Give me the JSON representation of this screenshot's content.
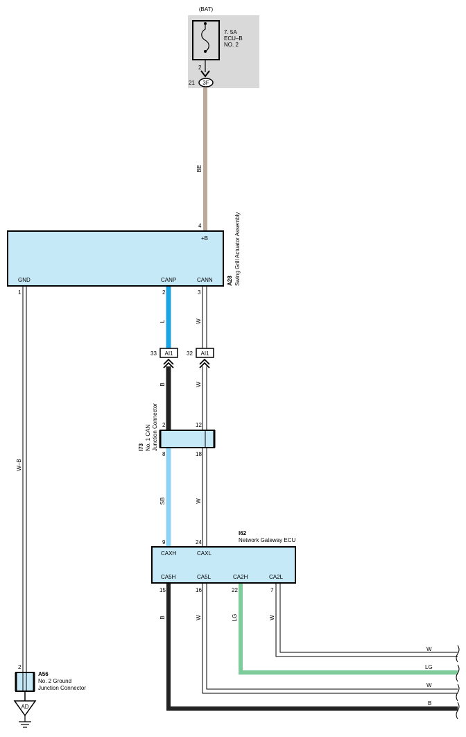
{
  "fuse": {
    "bat": "(BAT)",
    "rating": "7. 5A",
    "name": "ECU–B",
    "number": "NO. 2",
    "pin_out": "2",
    "conn_pin": "21",
    "conn_id": "3F"
  },
  "wires": {
    "be": "BE",
    "l": "L",
    "w1": "W",
    "b1": "B",
    "w2": "W",
    "sb": "SB",
    "w3": "W",
    "wb": "W–B",
    "b2": "B",
    "w4": "W",
    "lg": "LG",
    "w5": "W"
  },
  "a28": {
    "code": "A28",
    "name": "Swing Grill Actuator Assembly",
    "pin_plusb": "+B",
    "pin_plusb_no": "4",
    "gnd": "GND",
    "gnd_no": "1",
    "canp": "CANP",
    "canp_no": "2",
    "cann": "CANN",
    "cann_no": "3"
  },
  "ai1": {
    "label": "AI1",
    "pin_a": "33",
    "pin_b": "32"
  },
  "i73": {
    "code": "I73",
    "name1": "No. 1 CAN",
    "name2": "Junction Connector",
    "p_tl": "2",
    "p_tr": "12",
    "p_bl": "8",
    "p_br": "18"
  },
  "i62": {
    "code": "I62",
    "name": "Network Gateway ECU",
    "pin_caxh": "CAXH",
    "pin_caxh_no": "9",
    "pin_caxl": "CAXL",
    "pin_caxl_no": "24",
    "ca5h": "CA5H",
    "ca5h_no": "15",
    "ca5l": "CA5L",
    "ca5l_no": "16",
    "ca2h": "CA2H",
    "ca2h_no": "22",
    "ca2l": "CA2L",
    "ca2l_no": "7"
  },
  "a56": {
    "code": "A56",
    "name1": "No.  2 Ground",
    "name2": "Junction Connector",
    "pin": "2",
    "ground": "AD"
  },
  "right_labels": {
    "r1": "W",
    "r2": "LG",
    "r3": "W",
    "r4": "B"
  },
  "colors": {
    "be": "#bca999",
    "l": "#1ca3e4",
    "sb": "#8fd3f5",
    "lg": "#7ecb9c",
    "box": "#c6e9f8",
    "fuse_bg": "#d9d9d9"
  }
}
